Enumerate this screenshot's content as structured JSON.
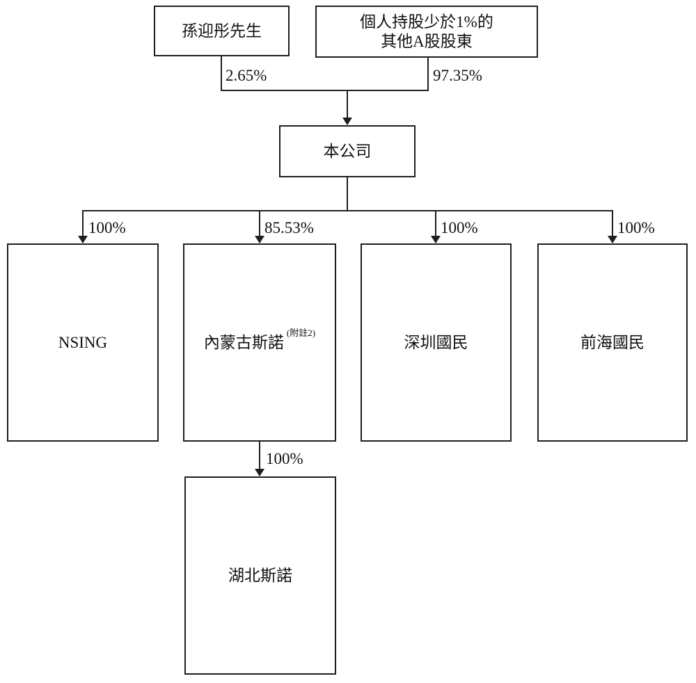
{
  "diagram": {
    "type": "corporate-shareholding-structure",
    "colors": {
      "line": "#1e1e1e",
      "background": "#ffffff",
      "text": "#111111"
    },
    "nodes": {
      "shareholder_sun": "孫迎彤先生",
      "other_shareholders_line1": "個人持股少於1%的",
      "other_shareholders_line2": "其他A股股東",
      "company": "本公司",
      "nsing": "NSING",
      "inner_mongolia_snow": "內蒙古斯諾",
      "inner_mongolia_snow_note": "(附註2)",
      "shenzhen_guomin": "深圳國民",
      "qianhai_guomin": "前海國民",
      "hubei_snow": "湖北斯諾"
    },
    "ownership_labels": {
      "sun_to_company": "2.65%",
      "others_to_company": "97.35%",
      "company_to_nsing": "100%",
      "company_to_inner_mongolia": "85.53%",
      "company_to_shenzhen": "100%",
      "company_to_qianhai": "100%",
      "inner_mongolia_to_hubei": "100%"
    }
  }
}
